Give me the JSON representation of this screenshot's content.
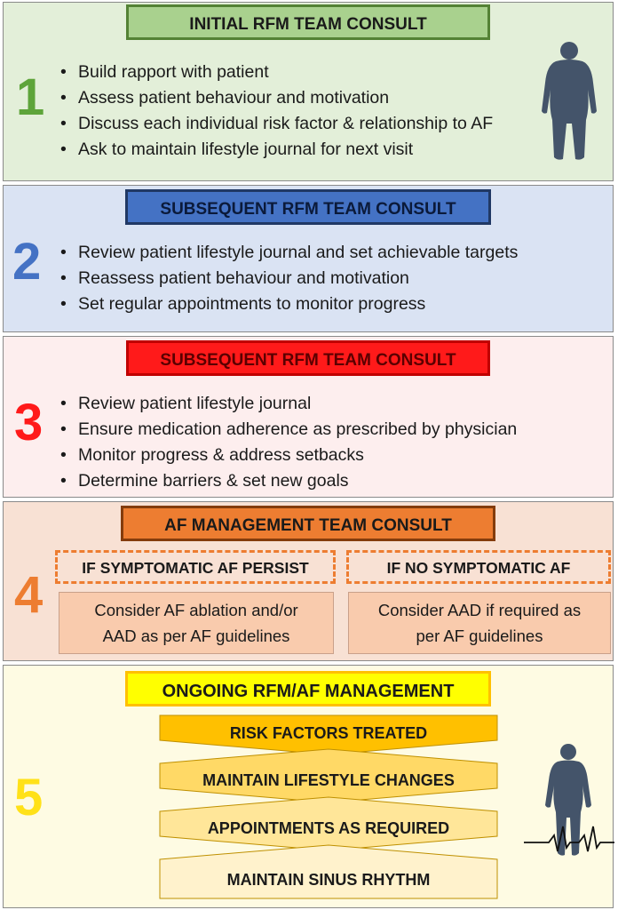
{
  "step1": {
    "number": "1",
    "title": "INITIAL RFM TEAM CONSULT",
    "bullets": [
      "Build rapport with patient",
      "Assess patient behaviour and motivation",
      "Discuss each individual risk factor & relationship to AF",
      "Ask to maintain lifestyle journal for next visit"
    ],
    "icon": "person-silhouette-icon"
  },
  "step2": {
    "number": "2",
    "title": "SUBSEQUENT RFM TEAM CONSULT",
    "bullets": [
      "Review patient lifestyle journal and set achievable targets",
      "Reassess patient behaviour and motivation",
      "Set regular appointments to monitor progress"
    ]
  },
  "step3": {
    "number": "3",
    "title": "SUBSEQUENT RFM TEAM CONSULT",
    "bullets": [
      "Review patient lifestyle journal",
      "Ensure medication adherence as prescribed by physician",
      "Monitor progress & address setbacks",
      "Determine barriers & set new goals"
    ]
  },
  "step4": {
    "number": "4",
    "title": "AF MANAGEMENT TEAM CONSULT",
    "branches": [
      {
        "condition": "IF SYMPTOMATIC AF PERSIST",
        "action": "Consider AF ablation and/or\nAAD as per AF guidelines"
      },
      {
        "condition": "IF NO SYMPTOMATIC AF",
        "action": "Consider AAD if required as\nper AF guidelines"
      }
    ]
  },
  "step5": {
    "number": "5",
    "title": "ONGOING RFM/AF MANAGEMENT",
    "steps": [
      "RISK FACTORS TREATED",
      "MAINTAIN LIFESTYLE CHANGES",
      "APPOINTMENTS AS REQUIRED",
      "MAINTAIN SINUS RHYTHM"
    ],
    "icon": "person-with-ecg-icon"
  },
  "colors": {
    "step1_bg": "#e3efd9",
    "step1_accent": "#548235",
    "step2_bg": "#dae3f3",
    "step2_accent": "#4472c4",
    "step3_bg": "#fdeeee",
    "step3_accent": "#ff1a1a",
    "step4_bg": "#f8e1d4",
    "step4_accent": "#ed7d31",
    "step5_bg": "#fefbe3",
    "step5_accent": "#ffc000",
    "figure": "#44546a"
  }
}
